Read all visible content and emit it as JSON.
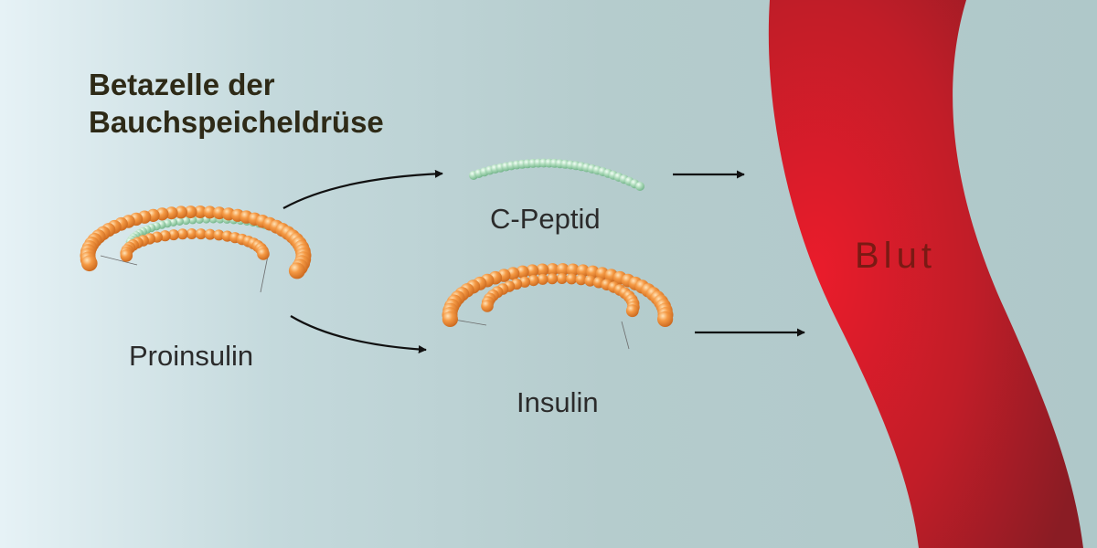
{
  "title": {
    "line1": "Betazelle der",
    "line2": "Bauchspeicheldrüse"
  },
  "labels": {
    "proinsulin": "Proinsulin",
    "c_peptid": "C-Peptid",
    "insulin": "Insulin",
    "blut": "Blut"
  },
  "colors": {
    "background_left": "#e6f2f6",
    "background_right": "#afc8c9",
    "chain_orange": "#ee8a33",
    "peptide_green": "#a6d8b4",
    "blood_red": "#d21e2a",
    "blood_dark": "#8e1d24",
    "arrow": "#111111"
  },
  "icons": [
    "proinsulin-molecule-icon",
    "c-peptide-chain-icon",
    "insulin-molecule-icon",
    "blood-vessel-icon"
  ]
}
